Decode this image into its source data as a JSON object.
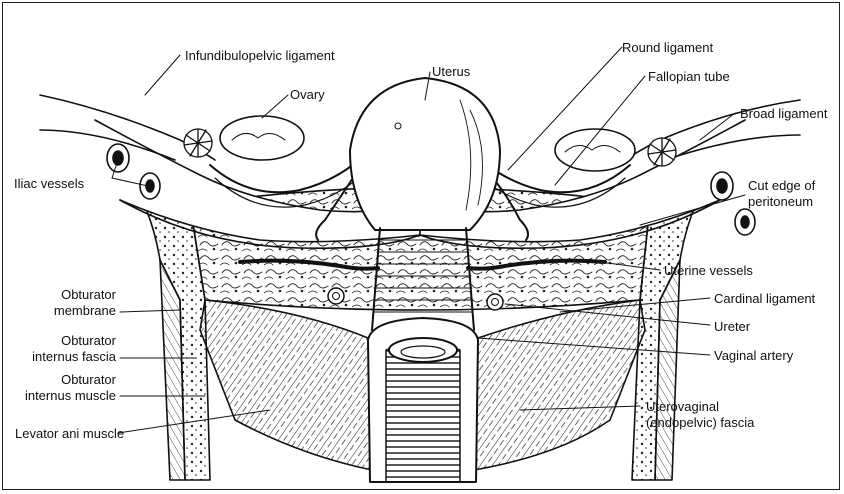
{
  "labels": {
    "infundibulopelvic": "Infundibulopelvic ligament",
    "ovary": "Ovary",
    "uterus": "Uterus",
    "round": "Round ligament",
    "fallopian": "Fallopian tube",
    "broad": "Broad ligament",
    "iliac": "Iliac vessels",
    "cut_edge_1": "Cut edge of",
    "cut_edge_2": "peritoneum",
    "uterine_vessels": "Uterine vessels",
    "cardinal": "Cardinal ligament",
    "ureter": "Ureter",
    "vaginal_artery": "Vaginal artery",
    "uterovaginal_1": "Uterovaginal",
    "uterovaginal_2": "(endopelvic) fascia",
    "obturator_membrane_1": "Obturator",
    "obturator_membrane_2": "membrane",
    "internus_fascia_1": "Obturator",
    "internus_fascia_2": "internus fascia",
    "internus_muscle_1": "Obturator",
    "internus_muscle_2": "internus muscle",
    "levator": "Levator ani muscle"
  },
  "colors": {
    "ink": "#111111",
    "background": "#ffffff"
  }
}
